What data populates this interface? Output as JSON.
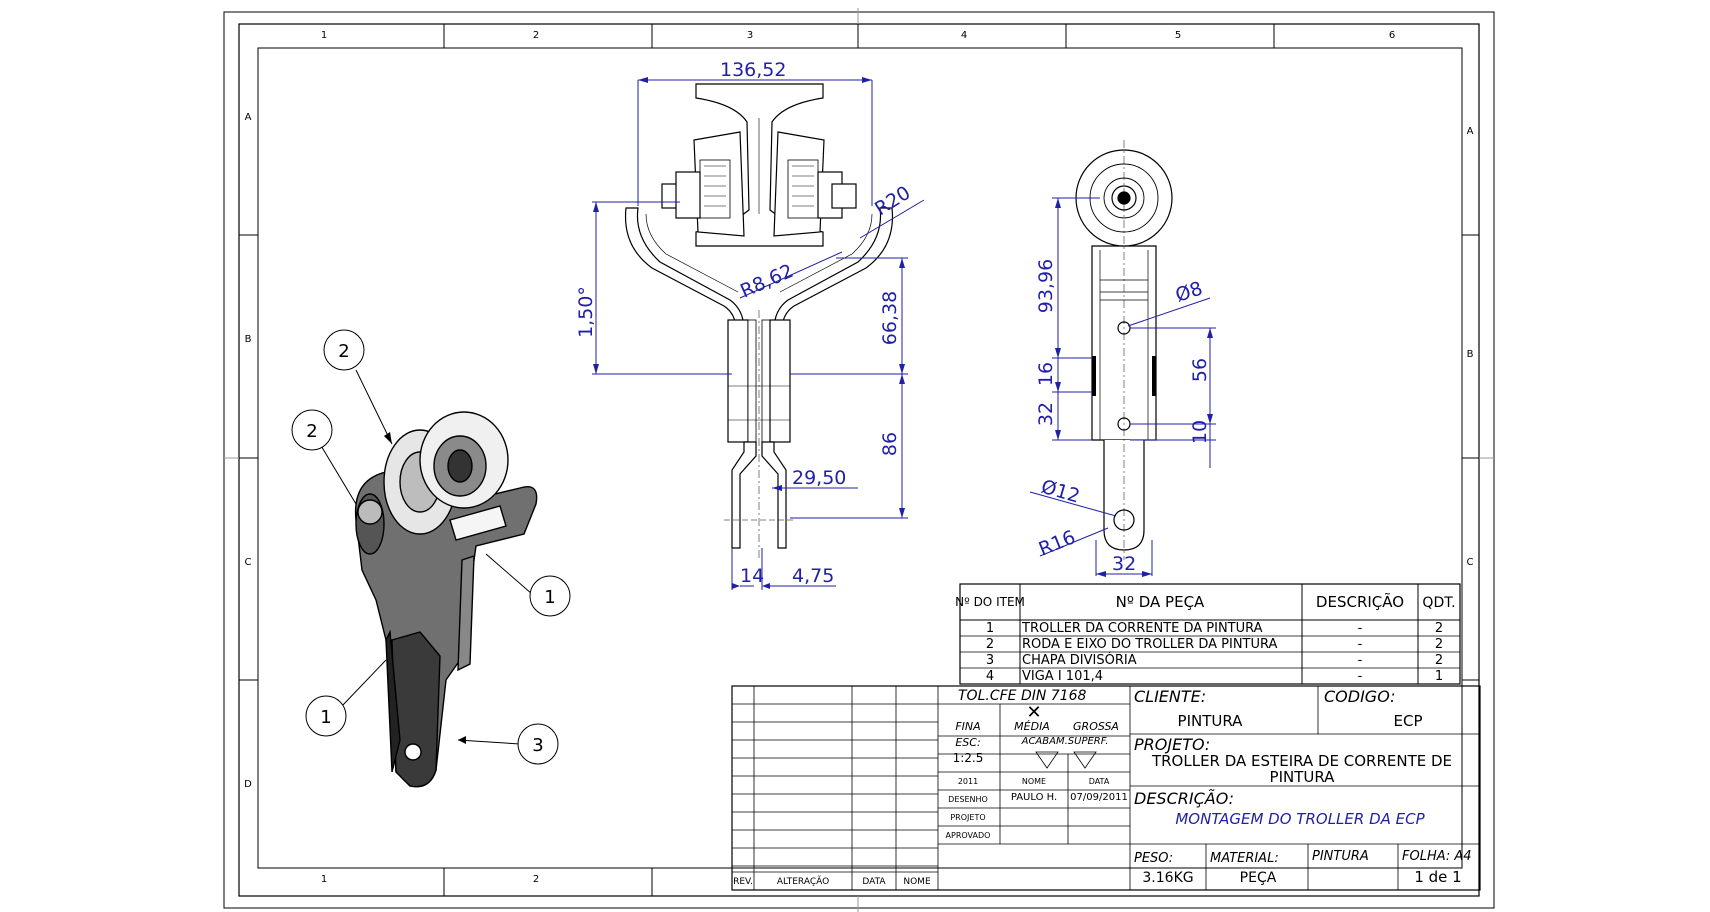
{
  "border": {
    "columns": [
      "1",
      "2",
      "3",
      "4",
      "5",
      "6"
    ],
    "rows": [
      "A",
      "B",
      "C",
      "D"
    ]
  },
  "dimensions": {
    "top_width": "136,52",
    "r20": "R20",
    "r862": "R8,62",
    "angle": "1,50°",
    "d6638": "66,38",
    "d86": "86",
    "d2950": "29,50",
    "d14": "14",
    "d475": "4,75",
    "d9396": "93,96",
    "phi8": "Ø8",
    "d16": "16",
    "d56": "56",
    "d32v": "32",
    "d10": "10",
    "phi12": "Ø12",
    "r16": "R16",
    "d32h": "32"
  },
  "balloons": [
    "2",
    "2",
    "1",
    "1",
    "3"
  ],
  "bom": {
    "headers": [
      "Nº DO ITEM",
      "Nº DA PEÇA",
      "DESCRIÇÃO",
      "QDT."
    ],
    "rows": [
      {
        "item": "1",
        "part": "TROLLER DA CORRENTE DA PINTURA",
        "desc": "-",
        "qty": "2"
      },
      {
        "item": "2",
        "part": "RODA E EIXO DO TROLLER DA PINTURA",
        "desc": "-",
        "qty": "2"
      },
      {
        "item": "3",
        "part": "CHAPA DIVISÓRIA",
        "desc": "-",
        "qty": "2"
      },
      {
        "item": "4",
        "part": "VIGA I 101,4",
        "desc": "-",
        "qty": "1"
      }
    ]
  },
  "title_block": {
    "tol": "TOL.CFE DIN 7168",
    "fina": "FINA",
    "media": "MÉDIA",
    "grossa": "GROSSA",
    "esc_label": "ESC:",
    "esc_value": "1:2.5",
    "acabam": "ACABAM.SUPERF.",
    "year": "2011",
    "nome_h": "NOME",
    "data_h": "DATA",
    "desenho": "DESENHO",
    "projeto_row": "PROJETO",
    "aprovado": "APROVADO",
    "drawn_by": "PAULO H.",
    "drawn_date": "07/09/2011",
    "cliente_label": "CLIENTE:",
    "cliente_value": "PINTURA",
    "codigo_label": "CODIGO:",
    "codigo_value": "ECP",
    "projeto_label": "PROJETO:",
    "projeto_line1": "TROLLER DA ESTEIRA DE CORRENTE DE",
    "projeto_line2": "PINTURA",
    "descricao_label": "DESCRIÇÃO:",
    "descricao_value": "MONTAGEM DO TROLLER DA ECP",
    "peso_label": "PESO:",
    "peso_value": "3.16KG",
    "material_label": "MATERIAL:",
    "material_value": "PEÇA",
    "pintura": "PINTURA",
    "folha_label": "FOLHA: A4",
    "folha_value": "1 de 1",
    "rev": "REV.",
    "alteracao": "ALTERAÇÃO",
    "data": "DATA",
    "nome": "NOME"
  }
}
